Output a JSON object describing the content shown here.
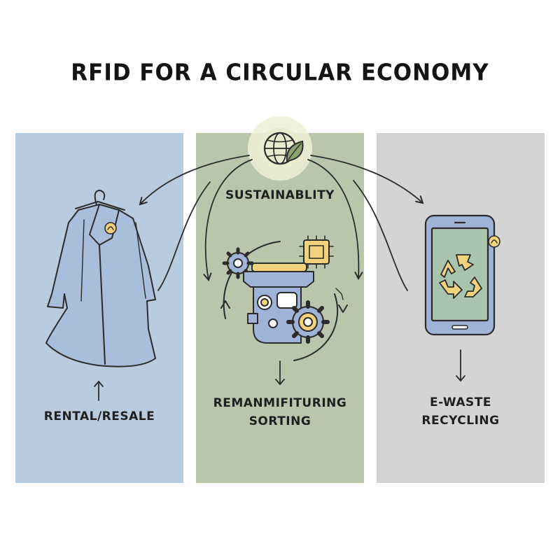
{
  "title": "RFID FOR A CIRCULAR ECONOMY",
  "hub": {
    "label": "SUSTAINABLITY",
    "icon": "globe-leaf-icon"
  },
  "panels": [
    {
      "id": "rental",
      "label": "RENTAL/RESALE",
      "icon": "coat-hanger-icon",
      "color": "#b9cbdf"
    },
    {
      "id": "reman",
      "label_line1": "REMANMIFITURING",
      "label_line2": "SORTING",
      "icon": "machine-gears-icon",
      "color": "#b9c6ab"
    },
    {
      "id": "ewaste",
      "label_line1": "E-WASTE",
      "label_line2": "RECYCLING",
      "icon": "phone-recycle-icon",
      "color": "#d4d4d4"
    }
  ],
  "colors": {
    "outline": "#2b2b2b",
    "accent_yellow": "#f1d27d",
    "machine_blue": "#9fb3d6",
    "screen_green": "#a9c4ad"
  }
}
